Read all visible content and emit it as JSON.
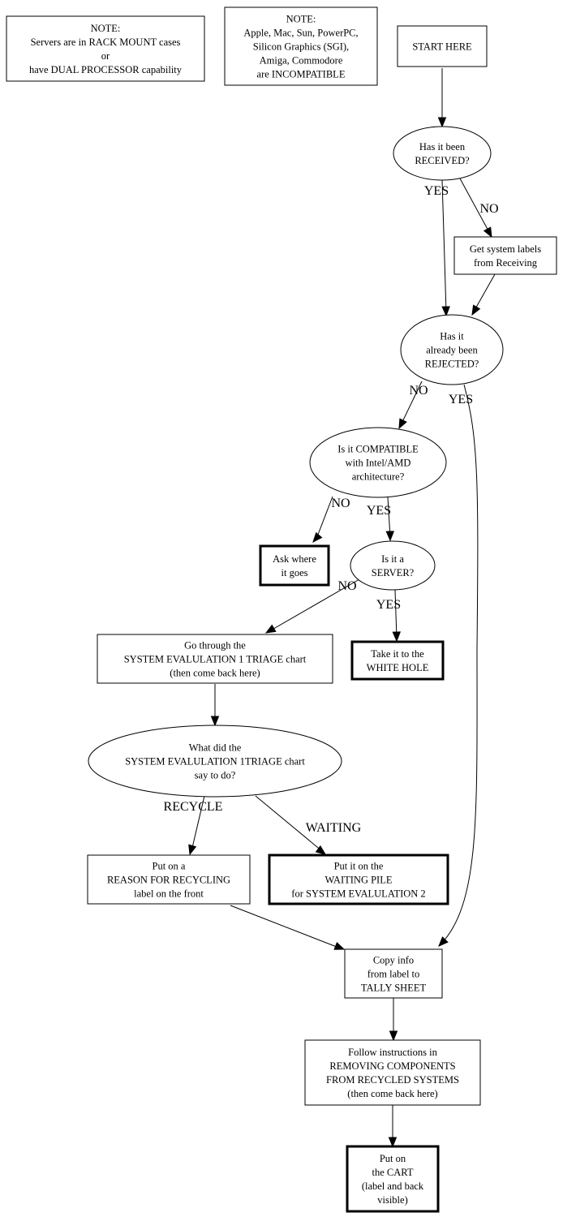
{
  "diagram": {
    "type": "flowchart",
    "nodes": [
      {
        "id": "note_servers",
        "shape": "box",
        "lines": [
          "NOTE:",
          "Servers are in RACK MOUNT cases",
          "or",
          "have DUAL PROCESSOR capability"
        ]
      },
      {
        "id": "note_incompatible",
        "shape": "box",
        "lines": [
          "NOTE:",
          "Apple, Mac, Sun, PowerPC,",
          "Silicon Graphics (SGI),",
          "Amiga, Commodore",
          "are INCOMPATIBLE"
        ]
      },
      {
        "id": "start",
        "shape": "box",
        "lines": [
          "START HERE"
        ]
      },
      {
        "id": "received",
        "shape": "ellipse",
        "lines": [
          "Has it been",
          "RECEIVED?"
        ]
      },
      {
        "id": "get_labels",
        "shape": "box",
        "lines": [
          "Get system labels",
          "from Receiving"
        ]
      },
      {
        "id": "rejected",
        "shape": "ellipse",
        "lines": [
          "Has it",
          "already been",
          "REJECTED?"
        ]
      },
      {
        "id": "compatible",
        "shape": "ellipse",
        "lines": [
          "Is it COMPATIBLE",
          "with Intel/AMD",
          "architecture?"
        ]
      },
      {
        "id": "ask_where",
        "shape": "box-bold",
        "lines": [
          "Ask where",
          "it goes"
        ]
      },
      {
        "id": "server",
        "shape": "ellipse",
        "lines": [
          "Is it a",
          "SERVER?"
        ]
      },
      {
        "id": "triage",
        "shape": "box",
        "lines": [
          "Go through the",
          "SYSTEM EVALULATION 1 TRIAGE chart",
          "(then come back here)"
        ]
      },
      {
        "id": "white_hole",
        "shape": "box-bold",
        "lines": [
          "Take it to the",
          "WHITE HOLE"
        ]
      },
      {
        "id": "what_did",
        "shape": "ellipse",
        "lines": [
          "What did the",
          "SYSTEM EVALULATION 1TRIAGE chart",
          "say to do?"
        ]
      },
      {
        "id": "recycle_label",
        "shape": "box",
        "lines": [
          "Put on a",
          "REASON FOR RECYCLING",
          "label on the front"
        ]
      },
      {
        "id": "waiting_pile",
        "shape": "box-bold",
        "lines": [
          "Put it on the",
          "WAITING PILE",
          "for SYSTEM EVALULATION 2"
        ]
      },
      {
        "id": "tally",
        "shape": "box",
        "lines": [
          "Copy info",
          "from label to",
          "TALLY SHEET"
        ]
      },
      {
        "id": "removing",
        "shape": "box",
        "lines": [
          "Follow instructions in",
          "REMOVING COMPONENTS",
          "FROM RECYCLED SYSTEMS",
          "(then come back here)"
        ]
      },
      {
        "id": "cart",
        "shape": "box-bold",
        "lines": [
          "Put on",
          "the CART",
          "(label and back",
          "visible)"
        ]
      }
    ],
    "edges": [
      {
        "from": "start",
        "to": "received",
        "label": ""
      },
      {
        "from": "received",
        "to": "rejected",
        "label": "YES"
      },
      {
        "from": "received",
        "to": "get_labels",
        "label": "NO"
      },
      {
        "from": "get_labels",
        "to": "rejected",
        "label": ""
      },
      {
        "from": "rejected",
        "to": "compatible",
        "label": "NO"
      },
      {
        "from": "rejected",
        "to": "tally",
        "label": "YES"
      },
      {
        "from": "compatible",
        "to": "ask_where",
        "label": "NO"
      },
      {
        "from": "compatible",
        "to": "server",
        "label": "YES"
      },
      {
        "from": "server",
        "to": "triage",
        "label": "NO"
      },
      {
        "from": "server",
        "to": "white_hole",
        "label": "YES"
      },
      {
        "from": "triage",
        "to": "what_did",
        "label": ""
      },
      {
        "from": "what_did",
        "to": "recycle_label",
        "label": "RECYCLE"
      },
      {
        "from": "what_did",
        "to": "waiting_pile",
        "label": "WAITING"
      },
      {
        "from": "recycle_label",
        "to": "tally",
        "label": ""
      },
      {
        "from": "tally",
        "to": "removing",
        "label": ""
      },
      {
        "from": "removing",
        "to": "cart",
        "label": ""
      }
    ]
  }
}
